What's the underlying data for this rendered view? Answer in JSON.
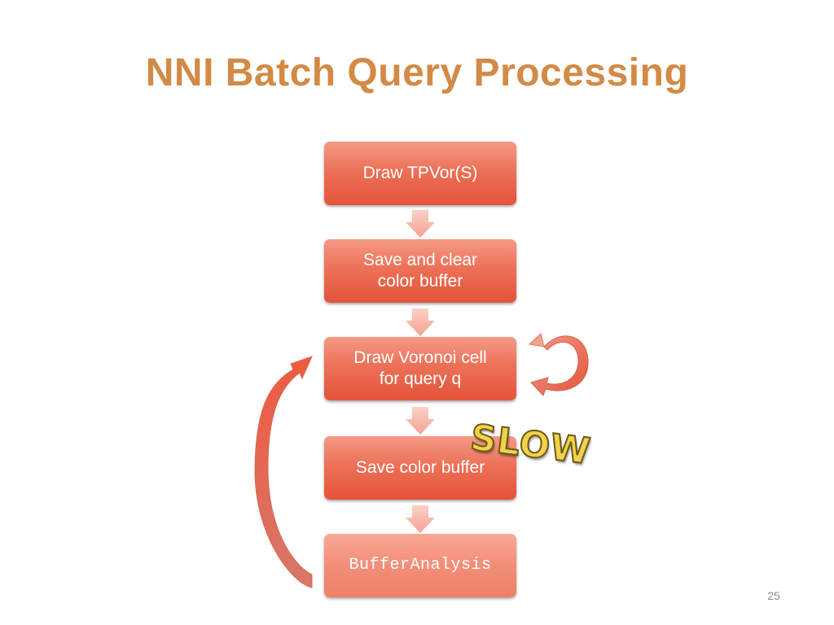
{
  "slide": {
    "title": "NNI Batch Query Processing",
    "page_number": "25"
  },
  "flow": {
    "steps": [
      "Draw TPVor(S)",
      "Save and clear\ncolor buffer",
      "Draw Voronoi cell\nfor query q",
      "Save color buffer",
      "BufferAnalysis"
    ]
  },
  "annotations": {
    "slow_label": "SLOW"
  },
  "colors": {
    "title": "#d38a45",
    "box": "#e9644a",
    "connector": "#f6b6a8"
  }
}
